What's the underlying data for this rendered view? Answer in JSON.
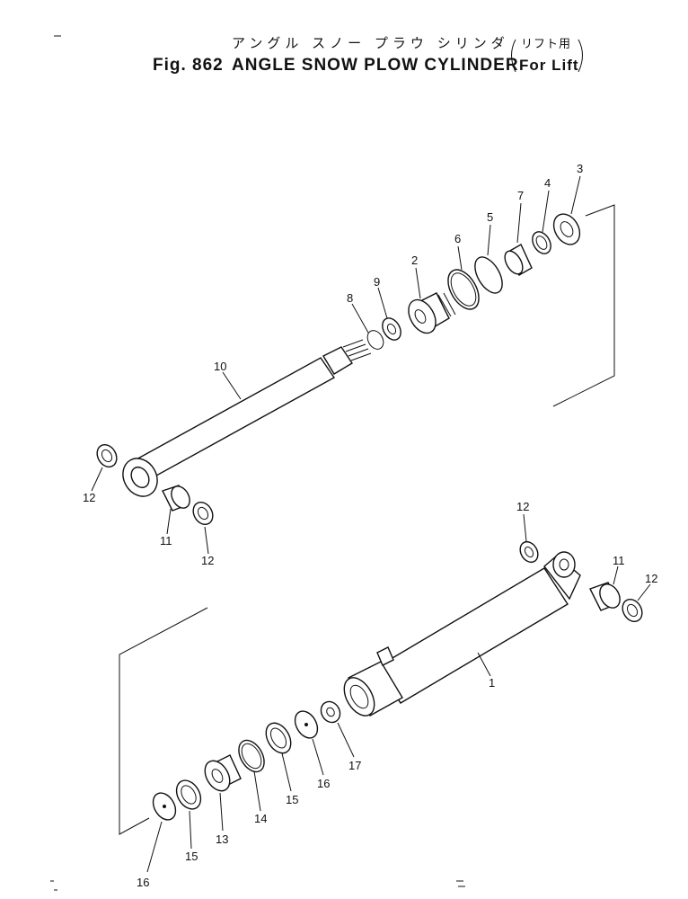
{
  "header": {
    "title_ja": "アングル スノー プラウ シリンダ",
    "title_ja_note": "リフト用",
    "fig_label": "Fig. 862",
    "title_en": "ANGLE SNOW PLOW CYLINDER",
    "title_en_note": "For Lift"
  },
  "callouts": {
    "c1": "1",
    "c2": "2",
    "c3": "3",
    "c4": "4",
    "c5": "5",
    "c6": "6",
    "c7": "7",
    "c8": "8",
    "c9": "9",
    "c10": "10",
    "c11a": "11",
    "c11b": "11",
    "c12a": "12",
    "c12b": "12",
    "c12c": "12",
    "c12d": "12",
    "c13": "13",
    "c14": "14",
    "c15a": "15",
    "c15b": "15",
    "c16a": "16",
    "c16b": "16",
    "c17": "17"
  }
}
